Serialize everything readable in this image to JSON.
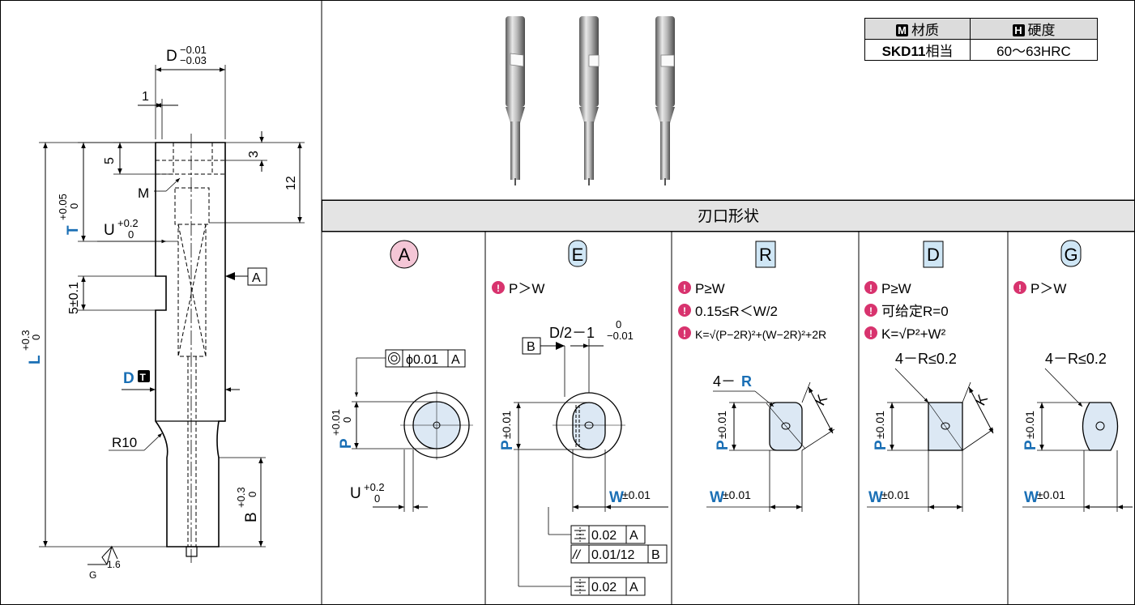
{
  "spec_table": {
    "material_badge": "M",
    "material_header": "材质",
    "hardness_badge": "H",
    "hardness_header": "硬度",
    "material_value_bold": "SKD11",
    "material_value_suffix": "相当",
    "hardness_value": "60～63HRC"
  },
  "tip_section_title": "刃口形状",
  "drawing": {
    "D_label": "D",
    "D_tol_upper": "−0.01",
    "D_tol_lower": "−0.03",
    "dim_1": "1",
    "dim_5_top": "5",
    "dim_3": "3",
    "dim_12": "12",
    "M_label": "M",
    "T_label": "T",
    "T_tol_upper": "+0.05",
    "T_tol_lower": "0",
    "U_label": "U",
    "U_tol_upper": "+0.2",
    "U_tol_lower": "0",
    "A_ref": "A",
    "dim_5pm": "5±0.1",
    "L_label": "L",
    "L_tol_upper": "+0.3",
    "L_tol_lower": "0",
    "D_marker": "D",
    "D_marker_badge": "T",
    "R10": "R10",
    "B_label": "B",
    "B_tol_upper": "+0.3",
    "B_tol_lower": "0",
    "surface_value": "1.6",
    "surface_grade": "G"
  },
  "shapes": {
    "A": {
      "letter": "A",
      "frame_symbol": "◎",
      "frame_value": "ϕ0.01",
      "frame_ref": "A",
      "P_label": "P",
      "P_tol_upper": "+0.01",
      "P_tol_lower": "0",
      "U_label": "U",
      "U_tol_upper": "+0.2",
      "U_tol_lower": "0"
    },
    "E": {
      "letter": "E",
      "note": "P＞W",
      "ref_B": "B",
      "D2_text": "D/2－1",
      "D2_tol_upper": "0",
      "D2_tol_lower": "−0.01",
      "P_label": "P",
      "P_tol": "±0.01",
      "W_label": "W",
      "W_tol": "±0.01",
      "frame1_symbol": "⌯",
      "frame1_value": "0.02",
      "frame1_ref": "A",
      "frame2_symbol": "//",
      "frame2_value": "0.01/12",
      "frame2_ref": "B",
      "frame3_symbol": "⌯",
      "frame3_value": "0.02",
      "frame3_ref": "A"
    },
    "R": {
      "letter": "R",
      "notes": [
        "P≥W",
        "0.15≤R＜W/2",
        "K=√(P−2R)²+(W−2R)²+2R"
      ],
      "label_4R": "4－",
      "label_R": "R",
      "K_label": "K",
      "P_label": "P",
      "P_tol": "±0.01",
      "W_label": "W",
      "W_tol": "±0.01"
    },
    "D": {
      "letter": "D",
      "notes": [
        "P≥W",
        "可给定R=0",
        "K=√P²+W²"
      ],
      "label_4R": "4－R≤0.2",
      "K_label": "K",
      "P_label": "P",
      "P_tol": "±0.01",
      "W_label": "W",
      "W_tol": "±0.01"
    },
    "G": {
      "letter": "G",
      "note": "P＞W",
      "label_4R": "4－R≤0.2",
      "P_label": "P",
      "P_tol": "±0.01",
      "W_label": "W",
      "W_tol": "±0.01"
    }
  },
  "colors": {
    "blue": "#1a6fb5",
    "pink_badge": "#f4c6d6",
    "blue_badge": "#cfe6f5",
    "note_icon": "#d8336e",
    "tip_fill": "#dce8f4",
    "section_gray": "#e4e4e4"
  }
}
